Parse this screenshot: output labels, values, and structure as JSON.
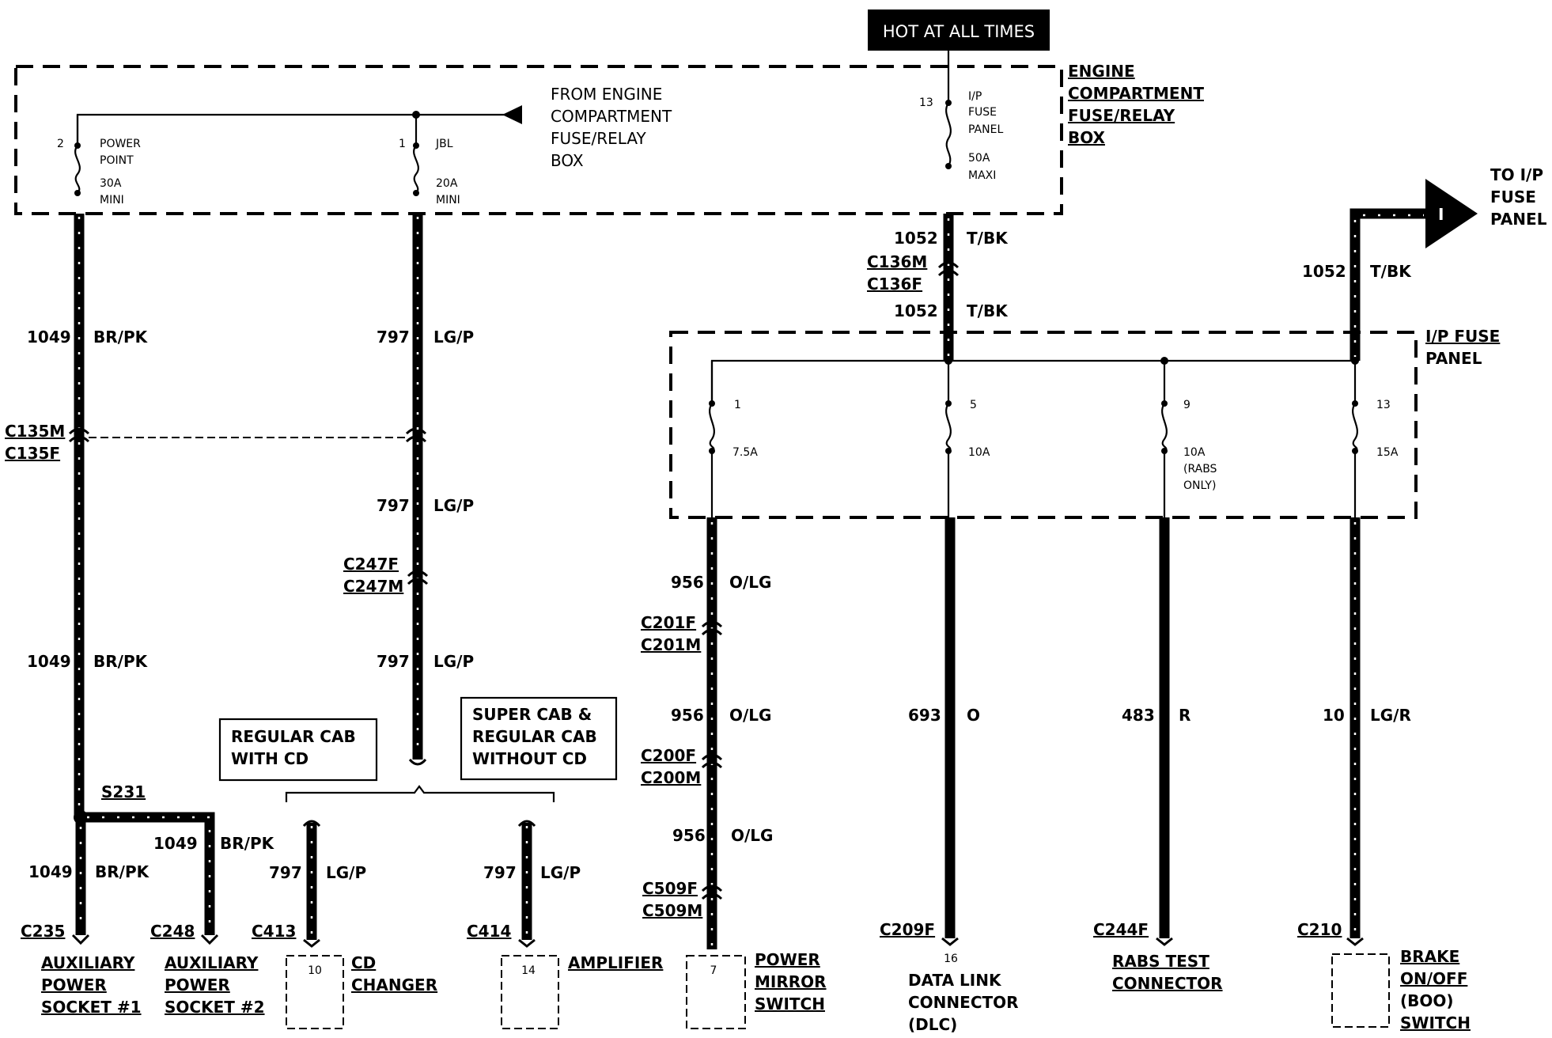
{
  "header": {
    "hot_label": "HOT AT ALL TIMES"
  },
  "boxes": {
    "engine_box": [
      "ENGINE",
      "COMPARTMENT",
      "FUSE/RELAY",
      "BOX"
    ],
    "ip_fuse_panel": [
      "I/P FUSE",
      "PANEL"
    ],
    "from_engine": [
      "FROM ENGINE",
      "COMPARTMENT",
      "FUSE/RELAY",
      "BOX"
    ],
    "to_ip": [
      "TO I/P",
      "FUSE",
      "PANEL"
    ],
    "to_ip_arrow_letter": "I",
    "regular_cab": [
      "REGULAR CAB",
      "WITH CD"
    ],
    "super_cab": [
      "SUPER CAB &",
      "REGULAR CAB",
      "WITHOUT CD"
    ]
  },
  "fuses": {
    "power_point": {
      "pin": "2",
      "name": [
        "POWER",
        "POINT"
      ],
      "rating": [
        "30A",
        "MINI"
      ]
    },
    "jbl": {
      "pin": "1",
      "name": [
        "JBL"
      ],
      "rating": [
        "20A",
        "MINI"
      ]
    },
    "ip_maxi": {
      "pin": "13",
      "name": [
        "I/P",
        "FUSE",
        "PANEL"
      ],
      "rating": [
        "50A",
        "MAXI"
      ]
    },
    "f1": {
      "pin": "1",
      "rating": [
        "7.5A"
      ]
    },
    "f5": {
      "pin": "5",
      "rating": [
        "10A"
      ]
    },
    "f9": {
      "pin": "9",
      "rating": [
        "10A",
        "(RABS",
        "ONLY)"
      ]
    },
    "f13": {
      "pin": "13",
      "rating": [
        "15A"
      ]
    }
  },
  "wires": {
    "w1049_a": {
      "circuit": "1049",
      "color": "BR/PK"
    },
    "w1049_b": {
      "circuit": "1049",
      "color": "BR/PK"
    },
    "w1049_c": {
      "circuit": "1049",
      "color": "BR/PK"
    },
    "w1049_d": {
      "circuit": "1049",
      "color": "BR/PK"
    },
    "w797_a": {
      "circuit": "797",
      "color": "LG/P"
    },
    "w797_b": {
      "circuit": "797",
      "color": "LG/P"
    },
    "w797_c": {
      "circuit": "797",
      "color": "LG/P"
    },
    "w797_d": {
      "circuit": "797",
      "color": "LG/P"
    },
    "w797_e": {
      "circuit": "797",
      "color": "LG/P"
    },
    "w1052_a": {
      "circuit": "1052",
      "color": "T/BK"
    },
    "w1052_b": {
      "circuit": "1052",
      "color": "T/BK"
    },
    "w1052_c": {
      "circuit": "1052",
      "color": "T/BK"
    },
    "w956_a": {
      "circuit": "956",
      "color": "O/LG"
    },
    "w956_b": {
      "circuit": "956",
      "color": "O/LG"
    },
    "w956_c": {
      "circuit": "956",
      "color": "O/LG"
    },
    "w693": {
      "circuit": "693",
      "color": "O"
    },
    "w483": {
      "circuit": "483",
      "color": "R"
    },
    "w10": {
      "circuit": "10",
      "color": "LG/R"
    }
  },
  "connectors": {
    "c135m": "C135M",
    "c135f": "C135F",
    "c136m": "C136M",
    "c136f": "C136F",
    "c247f": "C247F",
    "c247m": "C247M",
    "c201f": "C201F",
    "c201m": "C201M",
    "c200f": "C200F",
    "c200m": "C200M",
    "c509f": "C509F",
    "c509m": "C509M",
    "s231": "S231",
    "c235": "C235",
    "c248": "C248",
    "c413": "C413",
    "c414": "C414",
    "c209f": "C209F",
    "c244f": "C244F",
    "c210": "C210"
  },
  "components": {
    "aux1": [
      "AUXILIARY",
      "POWER",
      "SOCKET #1"
    ],
    "aux2": [
      "AUXILIARY",
      "POWER",
      "SOCKET #2"
    ],
    "cd_changer": {
      "pin": "10",
      "name": [
        "CD",
        "CHANGER"
      ]
    },
    "amplifier": {
      "pin": "14",
      "name": [
        "AMPLIFIER"
      ]
    },
    "mirror": {
      "pin": "7",
      "name": [
        "POWER",
        "MIRROR",
        "SWITCH"
      ]
    },
    "dlc": {
      "pin": "16",
      "name": [
        "DATA LINK",
        "CONNECTOR",
        "(DLC)"
      ]
    },
    "rabs": {
      "name": [
        "RABS TEST",
        "CONNECTOR"
      ]
    },
    "brake": {
      "name": [
        "BRAKE",
        "ON/OFF",
        "(BOO)",
        "SWITCH"
      ]
    }
  }
}
